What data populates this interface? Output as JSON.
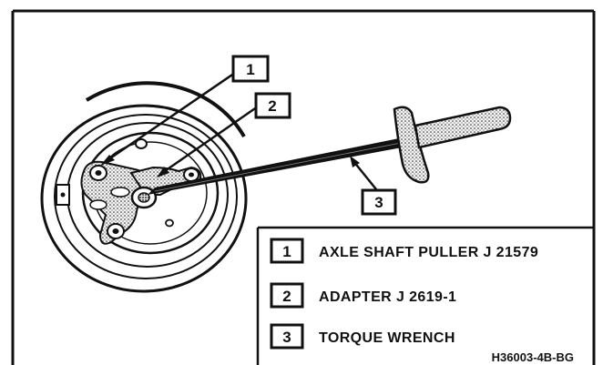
{
  "callouts": [
    {
      "number": "1"
    },
    {
      "number": "2"
    },
    {
      "number": "3"
    }
  ],
  "legend": [
    {
      "number": "1",
      "label": "AXLE SHAFT PULLER J 21579"
    },
    {
      "number": "2",
      "label": "ADAPTER J 2619-1"
    },
    {
      "number": "3",
      "label": "TORQUE WRENCH"
    }
  ],
  "figure_id": "H36003-4B-BG"
}
